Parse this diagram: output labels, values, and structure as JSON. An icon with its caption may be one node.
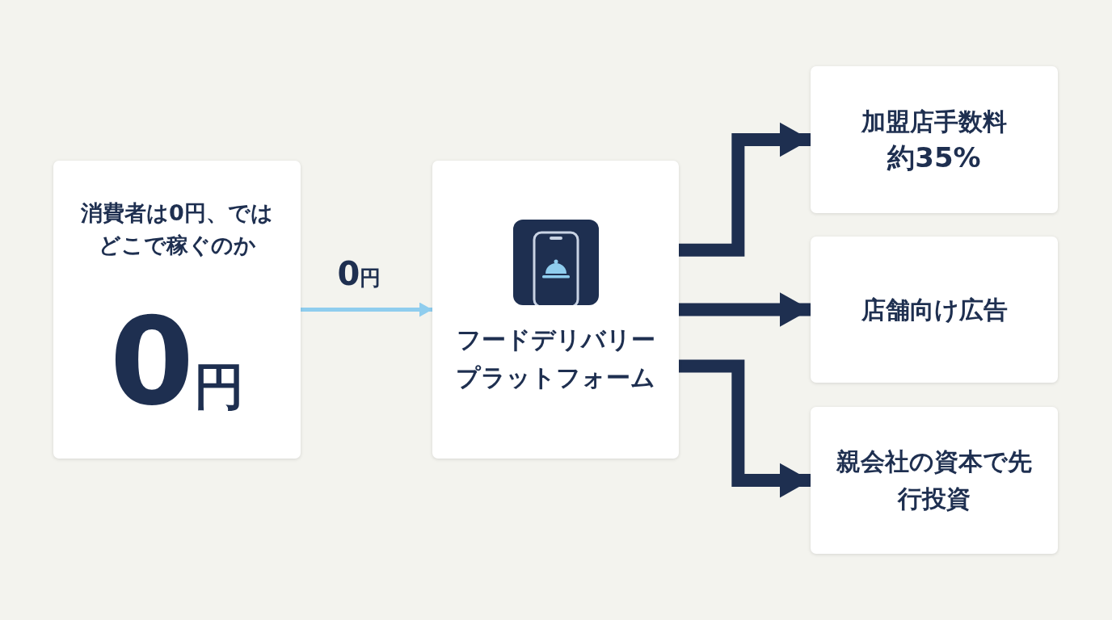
{
  "diagram": {
    "nodes": [
      {
        "text": [
          "消費者は0円、ではどこで稼ぐのか",
          "0円"
        ]
      },
      {
        "text": [
          "フードデリバリープラットフォーム"
        ]
      },
      {
        "text": [
          "加盟店手数料",
          "約35%"
        ]
      },
      {
        "text": [
          "店舗向け広告"
        ]
      },
      {
        "text": [
          "親会社の資本で先行投資"
        ]
      }
    ],
    "edges": [
      {
        "from": 0,
        "to": 1,
        "arrow": "to",
        "label": "0円",
        "color": "#8fcdee"
      },
      {
        "from": 1,
        "to": 2,
        "arrow": "to"
      },
      {
        "from": 1,
        "to": 3,
        "arrow": "to"
      },
      {
        "from": 1,
        "to": 4,
        "arrow": "to"
      }
    ]
  }
}
